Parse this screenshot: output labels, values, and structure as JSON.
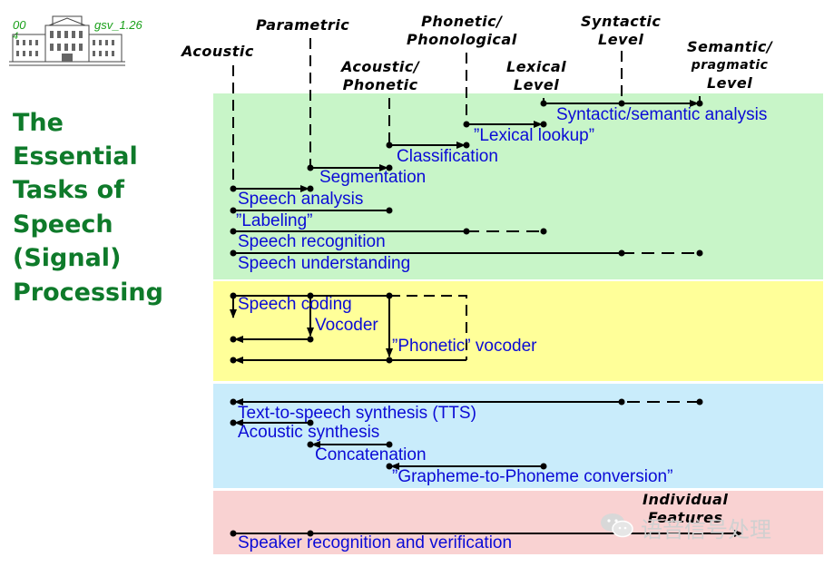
{
  "header": {
    "slide_number": "00",
    "slide_number_suffix": "4",
    "code": "gsv_1.26"
  },
  "title_lines": [
    "The",
    "Essential",
    "Tasks of",
    "Speech",
    "(Signal)",
    "Processing"
  ],
  "levels": {
    "acoustic": "Acoustic",
    "parametric": "Parametric",
    "acoustic_phonetic": [
      "Acoustic/",
      "Phonetic"
    ],
    "phonetic_phonological": [
      "Phonetic/",
      "Phonological"
    ],
    "lexical": [
      "Lexical",
      "Level"
    ],
    "syntactic": [
      "Syntactic",
      "Level"
    ],
    "semantic": [
      "Semantic/",
      "pragmatic",
      "Level"
    ],
    "individual": [
      "Individual",
      "Features"
    ]
  },
  "tasks": {
    "syntactic_semantic": "Syntactic/semantic analysis",
    "lexical_lookup": "”Lexical lookup”",
    "classification": "Classification",
    "segmentation": "Segmentation",
    "speech_analysis": "Speech analysis",
    "labeling": "”Labeling”",
    "speech_recognition": "Speech recognition",
    "speech_understanding": "Speech understanding",
    "speech_coding": "Speech coding",
    "vocoder": "Vocoder",
    "phonetic_vocoder": "”Phonetic” vocoder",
    "tts": "Text-to-speech synthesis (TTS)",
    "acoustic_synthesis": "Acoustic synthesis",
    "concatenation": "Concatenation",
    "g2p": "”Grapheme-to-Phoneme conversion”",
    "speaker_recognition": "Speaker recognition and verification"
  },
  "watermark": "语音信号处理",
  "colors": {
    "recognition": "#c8f5c8",
    "coding": "#ffff99",
    "synthesis": "#c9ecfb",
    "speaker": "#f9d2d2",
    "task_text": "#0b0bd6",
    "title": "#0e7a2a"
  }
}
